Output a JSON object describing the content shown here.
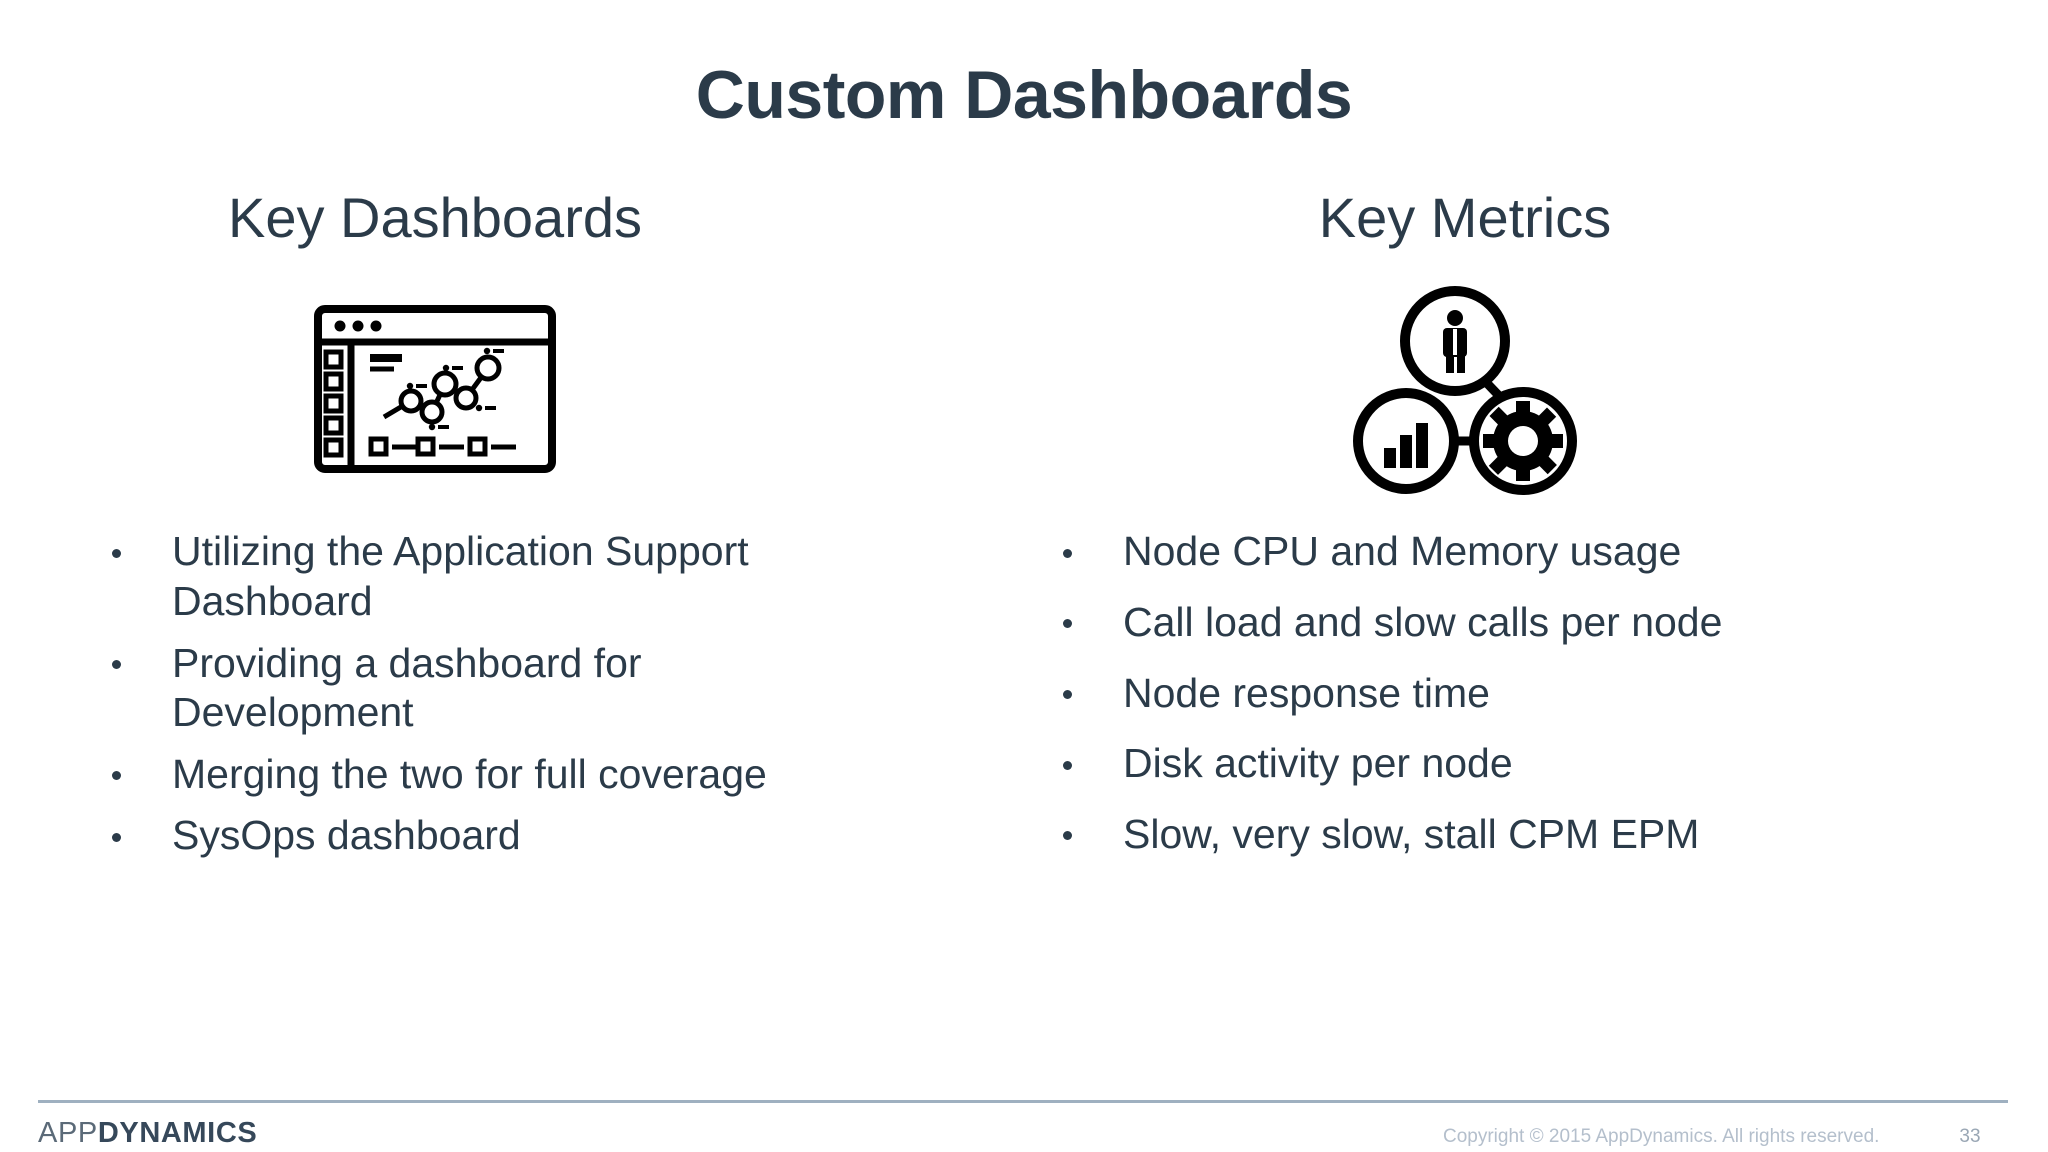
{
  "slide": {
    "title": "Custom Dashboards",
    "columns": [
      {
        "id": "key-dashboards",
        "heading": "Key Dashboards",
        "icon": "dashboard-window-icon",
        "bullets": [
          "Utilizing the Application Support Dashboard",
          "Providing a dashboard for Development",
          "Merging the two for full coverage",
          "SysOps dashboard"
        ]
      },
      {
        "id": "key-metrics",
        "heading": "Key Metrics",
        "icon": "metrics-network-icon",
        "bullets": [
          "Node CPU and Memory usage",
          "Call load and slow calls per node",
          "Node response time",
          "Disk activity per node",
          "Slow, very slow, stall CPM EPM"
        ]
      }
    ]
  },
  "footer": {
    "brand_light": "APP",
    "brand_bold": "DYNAMICS",
    "copyright": "Copyright © 2015 AppDynamics. All rights reserved.",
    "page_number": "33"
  },
  "colors": {
    "text": "#2b3b49",
    "background": "#ffffff",
    "rule": "#9fb0c0",
    "footer_muted": "#b4bfcc",
    "icon_stroke": "#000000"
  }
}
